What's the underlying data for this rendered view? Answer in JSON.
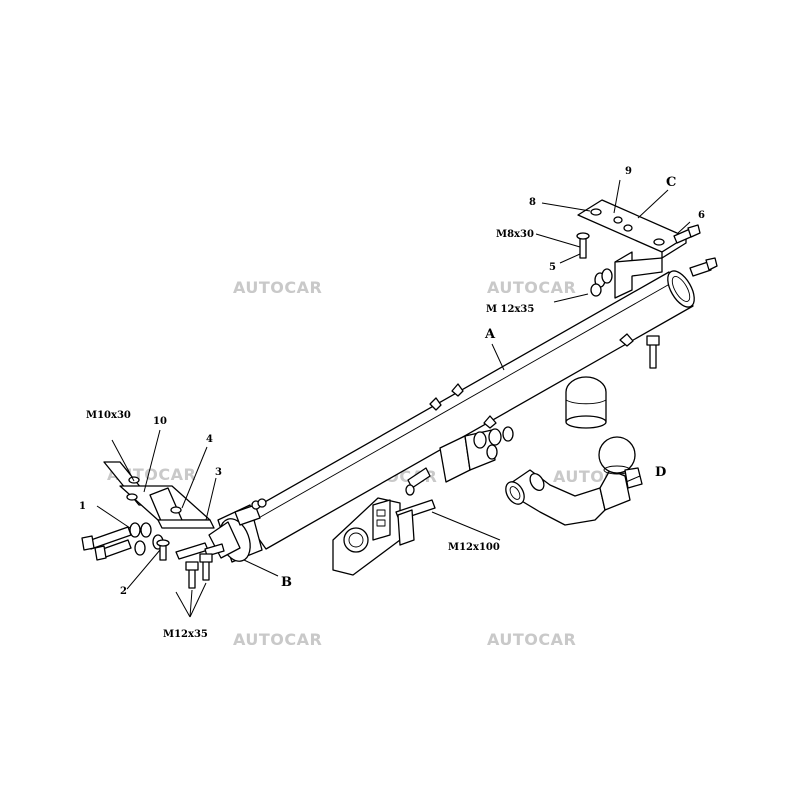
{
  "watermark": "AUTOCAR",
  "labels": {
    "A": "A",
    "B": "B",
    "C": "C",
    "D": "D",
    "n1": "1",
    "n2": "2",
    "n3": "3",
    "n4": "4",
    "n5": "5",
    "n6": "6",
    "n8": "8",
    "n9": "9",
    "n10": "10",
    "m10x30": "M10x30",
    "m8x30": "M8x30",
    "m12x35_top": "M 12x35",
    "m12x35_bottom": "M12x35",
    "m12x100": "M12x100"
  }
}
